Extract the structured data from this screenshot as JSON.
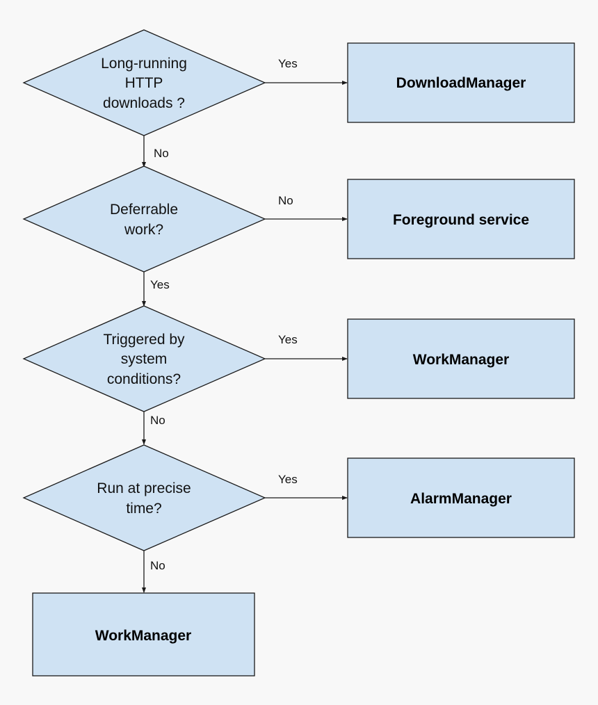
{
  "decisions": {
    "http_downloads": {
      "lines": [
        "Long-running",
        "HTTP",
        "downloads ?"
      ]
    },
    "deferrable": {
      "lines": [
        "Deferrable",
        "work?"
      ]
    },
    "system_conditions": {
      "lines": [
        "Triggered by",
        "system",
        "conditions?"
      ]
    },
    "precise_time": {
      "lines": [
        "Run at precise",
        "time?"
      ]
    }
  },
  "outcomes": {
    "download_manager": "DownloadManager",
    "foreground_service": "Foreground service",
    "work_manager_conditions": "WorkManager",
    "alarm_manager": "AlarmManager",
    "work_manager_default": "WorkManager"
  },
  "edges": {
    "http_yes": "Yes",
    "http_no": "No",
    "deferrable_no": "No",
    "deferrable_yes": "Yes",
    "conditions_yes": "Yes",
    "conditions_no": "No",
    "precise_yes": "Yes",
    "precise_no": "No"
  },
  "colors": {
    "shape_fill": "#cfe2f3",
    "shape_stroke": "#1a1a1a",
    "line": "#1a1a1a"
  }
}
